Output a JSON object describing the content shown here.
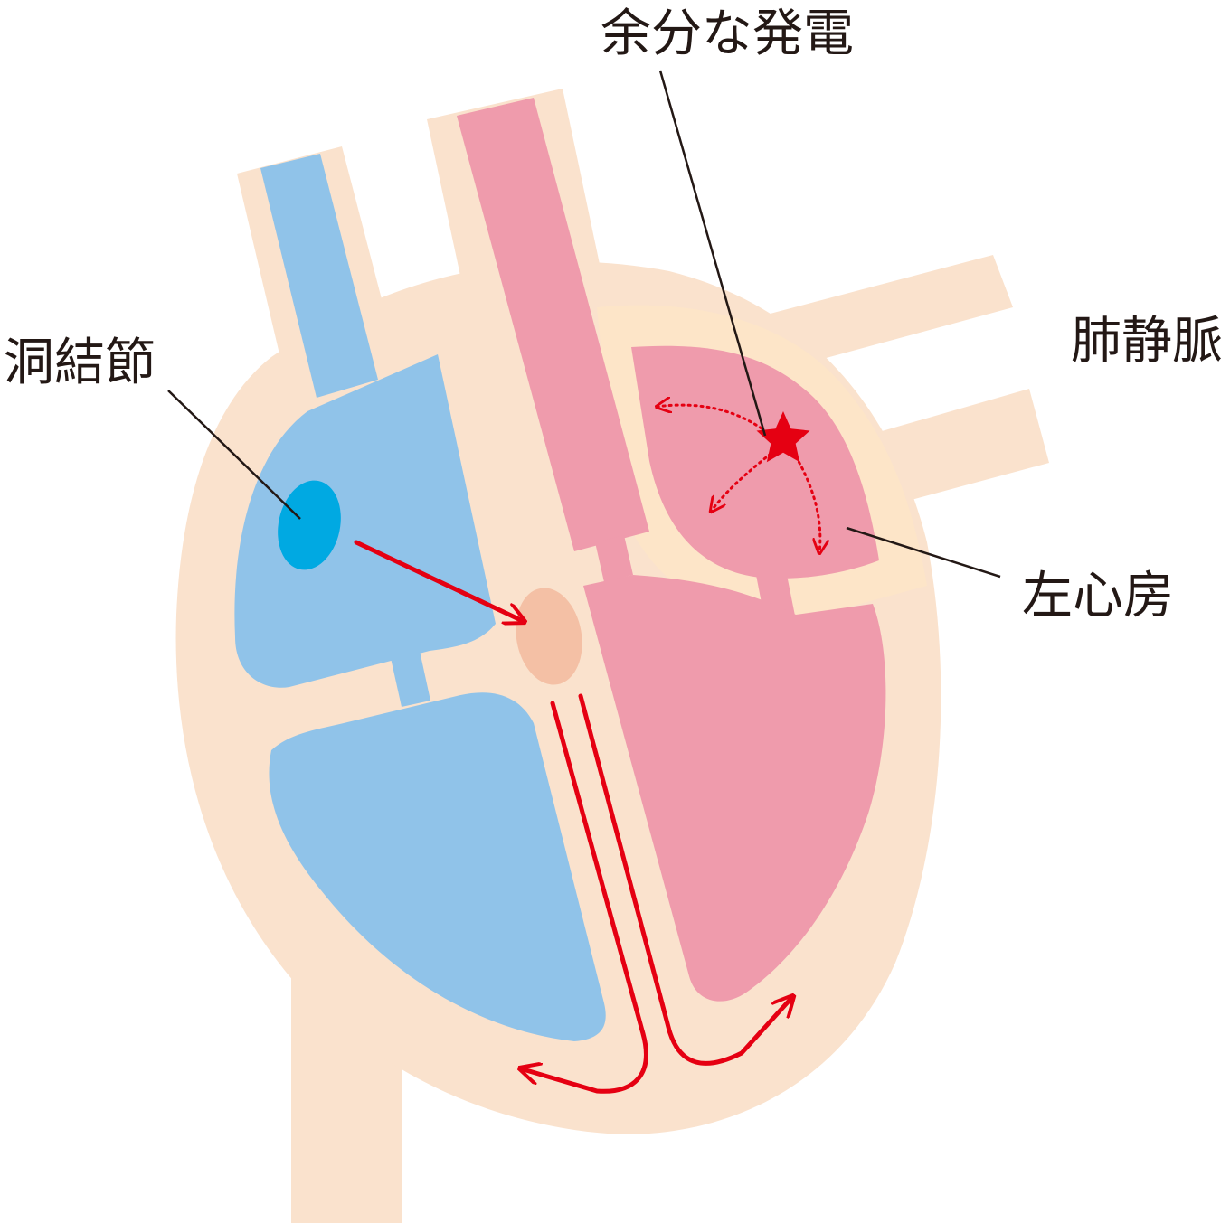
{
  "labels": {
    "extra_excitation": "余分な発電",
    "sinus_node": "洞結節",
    "pulmonary_veins": "肺静脈",
    "left_atrium": "左心房"
  },
  "colors": {
    "tissue": "#fae2cd",
    "tissue_light": "#fde5c8",
    "right_side_blood": "#90c3e9",
    "left_side_blood": "#ef9bac",
    "sinus_node": "#00a9e2",
    "av_node": "#f4c0a5",
    "conduction": "#e50012",
    "leader_line": "#231815",
    "text": "#231815"
  },
  "icons": {
    "ectopic_focus": "star-icon"
  }
}
